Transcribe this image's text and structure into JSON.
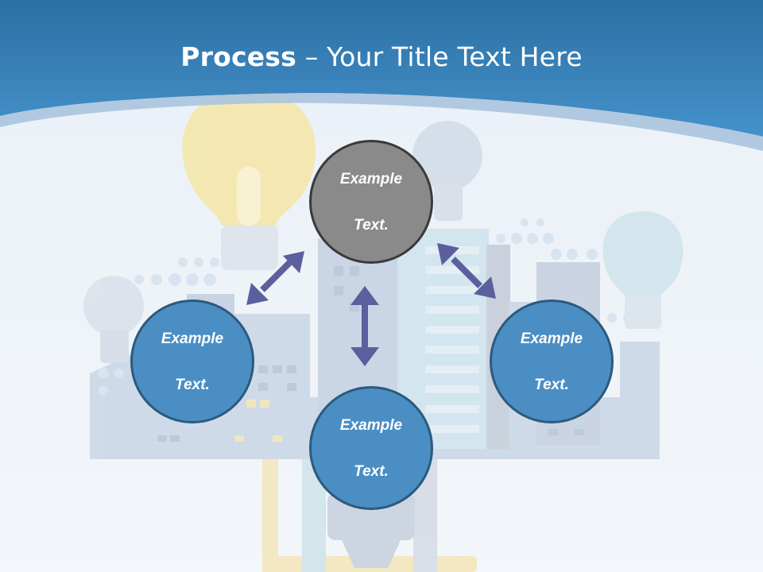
{
  "slide": {
    "title_strong": "Process",
    "title_separator": " – ",
    "title_rest": "Your Title Text Here"
  },
  "nodes": {
    "top": {
      "line1": "Example",
      "line2": "Text.",
      "color": "#8a8a8a"
    },
    "left": {
      "line1": "Example",
      "line2": "Text.",
      "color": "#4a8ec4"
    },
    "right": {
      "line1": "Example",
      "line2": "Text.",
      "color": "#4a8ec4"
    },
    "bottom": {
      "line1": "Example",
      "line2": "Text.",
      "color": "#4a8ec4"
    }
  },
  "colors": {
    "header": "#3a86c0",
    "arrow": "#5b5f9e",
    "background": "#eef3f8"
  }
}
